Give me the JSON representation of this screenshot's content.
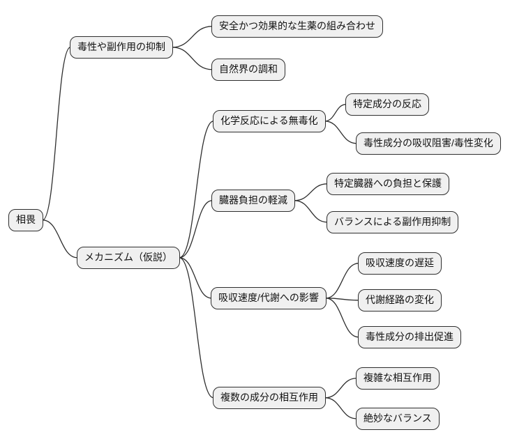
{
  "diagram": {
    "type": "mindmap",
    "background": "#ffffff",
    "node_fill": "#f0f0f0",
    "node_border": "#2e2e2e",
    "edge_color": "#2e2e2e",
    "text_color": "#111111"
  },
  "mindmap": {
    "root": {
      "label": "相畏"
    },
    "branches": [
      {
        "label": "毒性や副作用の抑制",
        "children": [
          {
            "label": "安全かつ効果的な生薬の組み合わせ"
          },
          {
            "label": "自然界の調和"
          }
        ]
      },
      {
        "label": "メカニズム（仮説）",
        "children": [
          {
            "label": "化学反応による無毒化",
            "children": [
              {
                "label": "特定成分の反応"
              },
              {
                "label": "毒性成分の吸収阻害/毒性変化"
              }
            ]
          },
          {
            "label": "臓器負担の軽減",
            "children": [
              {
                "label": "特定臓器への負担と保護"
              },
              {
                "label": "バランスによる副作用抑制"
              }
            ]
          },
          {
            "label": "吸収速度/代謝への影響",
            "children": [
              {
                "label": "吸収速度の遅延"
              },
              {
                "label": "代謝経路の変化"
              },
              {
                "label": "毒性成分の排出促進"
              }
            ]
          },
          {
            "label": "複数の成分の相互作用",
            "children": [
              {
                "label": "複雑な相互作用"
              },
              {
                "label": "絶妙なバランス"
              }
            ]
          }
        ]
      }
    ]
  }
}
